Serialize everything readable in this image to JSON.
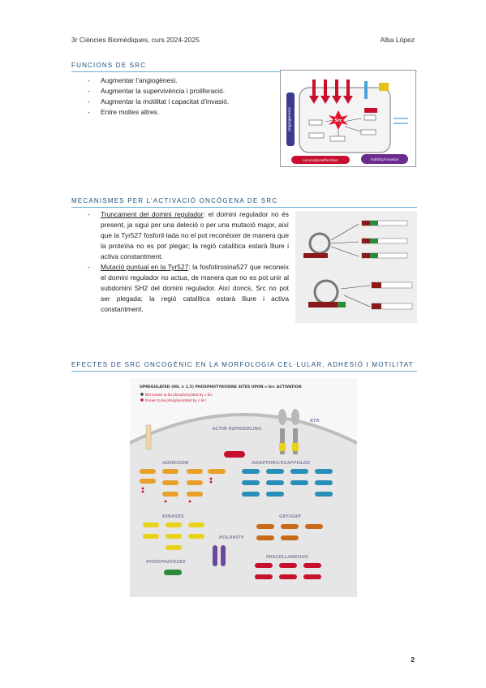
{
  "header": {
    "course": "3r Ciències Biomèdiques, curs 2024-2025",
    "author": "Alba López"
  },
  "section1": {
    "title": "FUNCIONS DE SRC",
    "bullets": [
      "Augmentar l’angiogènesi.",
      "Augmentar la supervivència i proliferació.",
      "Augmentar la motilitat i capacitat d’invasió.",
      "Entre moltes altres."
    ],
    "figure": {
      "left_label": "angiogenesis",
      "bottom_left": "survival/proliferation",
      "bottom_right": "motility/invasion",
      "center": "Src"
    }
  },
  "section2": {
    "title": "MECANISMES PER L’ACTIVACIÓ ONCÒGENA DE SRC",
    "item1_label": "Truncament del domini regulador",
    "item1_text": ": el domini regulador no és present, ja sigui per una deleció o per una mutació major, així que la Tyr527 fosforil·lada no el pot reconèixer de manera que la proteïna no es pot plegar; la regió catalítica estarà lliure i activa constantment.",
    "item2_label": "Mutació puntual en la Tyr527",
    "item2_text": ": la fosfotirosina527 que reconeix el domini regulador no actua, de manera que no es pot unir al subdomini SH2 del domini regulador. Així doncs, Src no pot ser plegada; la regió catalítica estarà lliure i activa constantment."
  },
  "section3": {
    "title": "EFECTES DE SRC ONCOGÈNIC EN LA MORFOLOGIA CEL·LULAR, ADHESIÓ I MOTILITAT",
    "figure": {
      "heading": "UPREGULATED (HIL ≥ 1.5) PHOSPHOTYROSINE SITES UPON c-Src ACTIVATION",
      "legend1": "Not known to be phosphorylated by c-Src",
      "legend2": "Known to be phosphorylated by c-Src",
      "labels": [
        "ACTIN REMODELING",
        "RTK",
        "ADHESION",
        "ADAPTORS/SCAFFOLDS",
        "KINASES",
        "GEF/GAP",
        "POLARITY",
        "PHOSPHATASES",
        "MISCELLANEOUS"
      ]
    }
  },
  "page_number": "2"
}
